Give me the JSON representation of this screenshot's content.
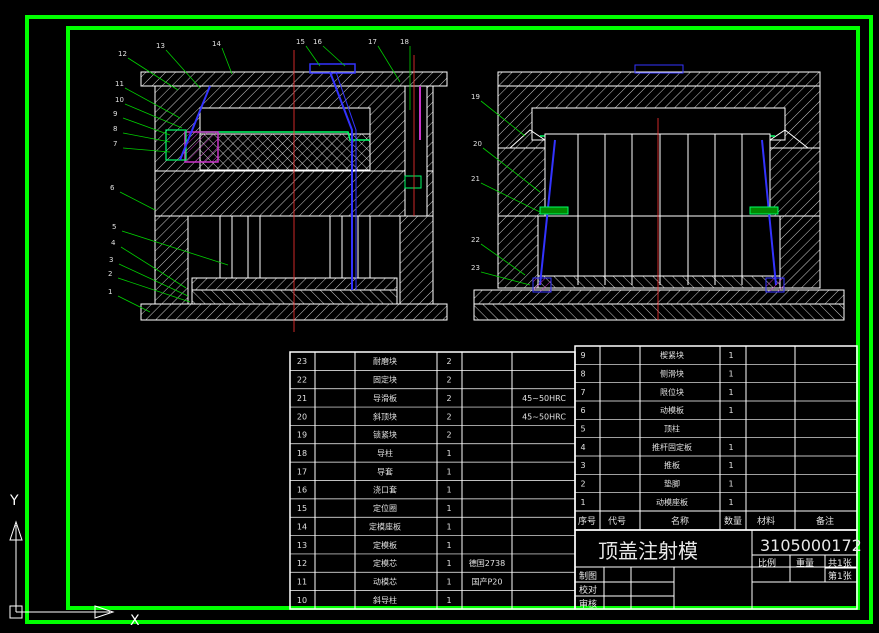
{
  "colors": {
    "background": "#000000",
    "frame": "#00ff00",
    "lines": "#ffffff",
    "centerline": "#ff3333",
    "parts_blue": "#3333ff",
    "parts_magenta": "#cc33cc",
    "labels": "#e0e0e0",
    "leader": "#00d000"
  },
  "balloons": [
    "12",
    "13",
    "14",
    "11",
    "10",
    "9",
    "8",
    "7",
    "6",
    "5",
    "4",
    "3",
    "2",
    "1",
    "15",
    "16",
    "17",
    "18",
    "19",
    "20",
    "21",
    "22",
    "23"
  ],
  "bom_left": {
    "rows": [
      {
        "no": "23",
        "name": "耐磨块",
        "qty": "2",
        "note": ""
      },
      {
        "no": "22",
        "name": "固定块",
        "qty": "2",
        "note": ""
      },
      {
        "no": "21",
        "name": "导滑板",
        "qty": "2",
        "note": "45~50HRC"
      },
      {
        "no": "20",
        "name": "斜顶块",
        "qty": "2",
        "note": "45~50HRC"
      },
      {
        "no": "19",
        "name": "锁紧块",
        "qty": "2",
        "note": ""
      },
      {
        "no": "18",
        "name": "导柱",
        "qty": "1",
        "note": ""
      },
      {
        "no": "17",
        "name": "导套",
        "qty": "1",
        "note": ""
      },
      {
        "no": "16",
        "name": "浇口套",
        "qty": "1",
        "note": ""
      },
      {
        "no": "15",
        "name": "定位圈",
        "qty": "1",
        "note": ""
      },
      {
        "no": "14",
        "name": "定模座板",
        "qty": "1",
        "note": ""
      },
      {
        "no": "13",
        "name": "定模板",
        "qty": "1",
        "note": ""
      },
      {
        "no": "12",
        "name": "定模芯",
        "qty": "1",
        "note": "德国2738"
      },
      {
        "no": "11",
        "name": "动模芯",
        "qty": "1",
        "note": "国产P20"
      },
      {
        "no": "10",
        "name": "斜导柱",
        "qty": "1",
        "note": ""
      }
    ]
  },
  "bom_right": {
    "rows": [
      {
        "no": "9",
        "name": "楔紧块",
        "qty": "1"
      },
      {
        "no": "8",
        "name": "侧滑块",
        "qty": "1"
      },
      {
        "no": "7",
        "name": "限位块",
        "qty": "1"
      },
      {
        "no": "6",
        "name": "动模板",
        "qty": "1"
      },
      {
        "no": "5",
        "name": "顶柱",
        "qty": ""
      },
      {
        "no": "4",
        "name": "推杆固定板",
        "qty": "1"
      },
      {
        "no": "3",
        "name": "推板",
        "qty": "1"
      },
      {
        "no": "2",
        "name": "垫脚",
        "qty": "1"
      },
      {
        "no": "1",
        "name": "动模座板",
        "qty": "1"
      }
    ],
    "header": {
      "seq": "序号",
      "code": "代号",
      "name": "名称",
      "qty": "数量",
      "material": "材料",
      "note": "备注"
    }
  },
  "title_block": {
    "title": "顶盖注射模",
    "number": "3105000172",
    "scale": "比例",
    "weight": "重量",
    "sheets_total": "共1张",
    "sheet_no": "第1张",
    "drawn": "制图",
    "checked": "校对",
    "approved": "审核"
  },
  "ucs": {
    "x": "X",
    "y": "Y"
  }
}
